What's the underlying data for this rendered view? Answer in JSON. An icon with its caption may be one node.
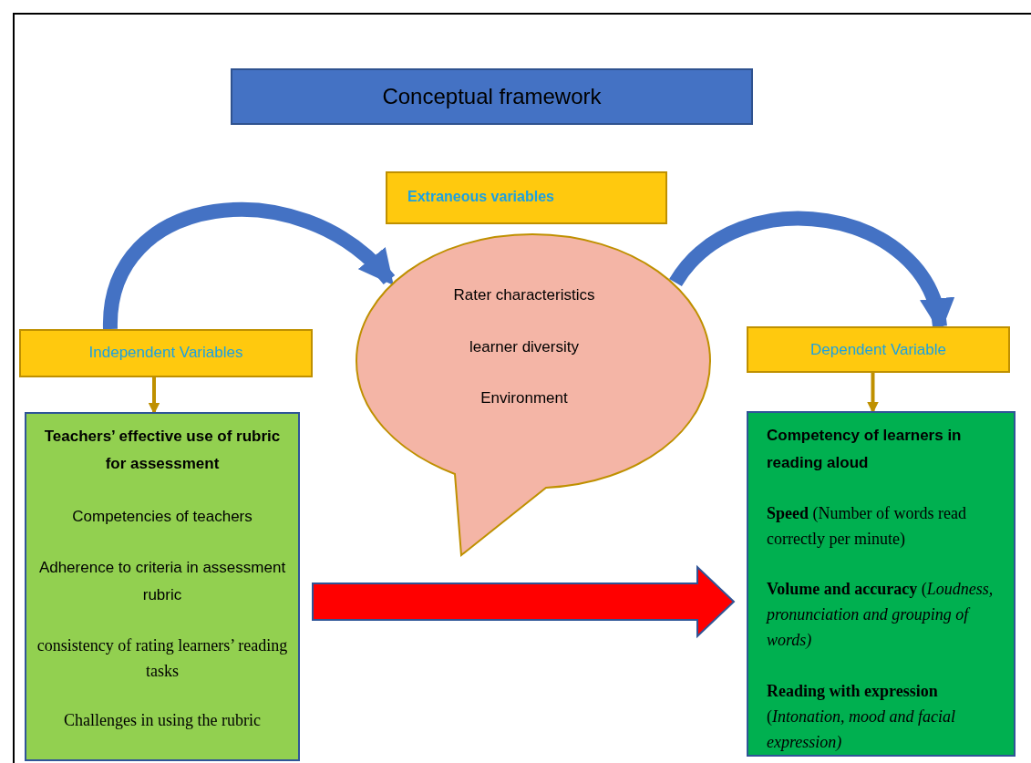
{
  "diagram": {
    "title": "Conceptual framework",
    "nodes": [
      {
        "text": [
          "Extraneous variables"
        ]
      },
      {
        "text": [
          "Rater characteristics",
          "learner diversity",
          "Environment"
        ]
      },
      {
        "text": [
          "Independent Variables"
        ]
      },
      {
        "text": [
          "Teachers’ effective use of rubric for assessment",
          "Competencies of teachers",
          "Adherence to criteria in assessment rubric",
          "consistency of rating learners’ reading tasks",
          "Challenges in using the rubric"
        ]
      },
      {
        "text": [
          "Dependent Variable"
        ]
      },
      {
        "text": [
          "Competency of learners in reading aloud",
          "**Speed** (Number of words read correctly per minute)",
          "**Volume and accuracy** (*Loudness, pronunciation and grouping of words)*",
          "**Reading with expression** (*Intonation, mood and facial expression)*"
        ]
      }
    ],
    "edges": [
      {
        "from": 2,
        "to": 1,
        "arrow": "to",
        "style": "thick",
        "color": "#4472c4"
      },
      {
        "from": 1,
        "to": 4,
        "arrow": "to",
        "style": "thick",
        "color": "#4472c4"
      },
      {
        "from": 2,
        "to": 3,
        "arrow": "to",
        "color": "#bf9000"
      },
      {
        "from": 4,
        "to": 5,
        "arrow": "to",
        "color": "#bf9000"
      },
      {
        "from": 3,
        "to": 5,
        "arrow": "to",
        "style": "thick",
        "color": "#ff0000"
      }
    ]
  }
}
